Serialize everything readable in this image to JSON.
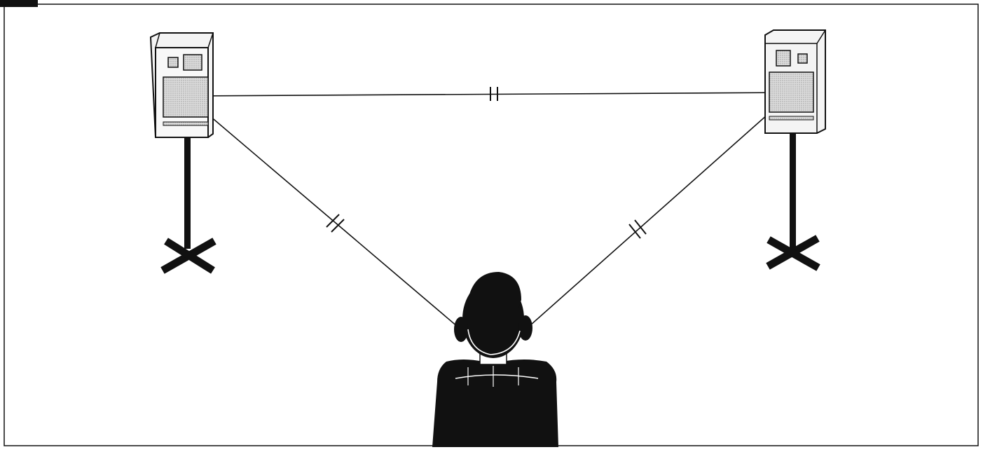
{
  "diagram": {
    "elements": {
      "left_speaker": {
        "icon": "speaker-on-stand-icon"
      },
      "right_speaker": {
        "icon": "speaker-on-stand-icon"
      },
      "listener": {
        "icon": "listener-silhouette-icon"
      }
    },
    "equal_distance_marks": [
      "speaker-to-speaker",
      "left-speaker-to-listener",
      "right-speaker-to-listener"
    ],
    "colors": {
      "ink": "#111111",
      "speaker_body": "#f6f6f6",
      "speaker_screen": "#cfcfcf",
      "background": "#ffffff"
    }
  }
}
